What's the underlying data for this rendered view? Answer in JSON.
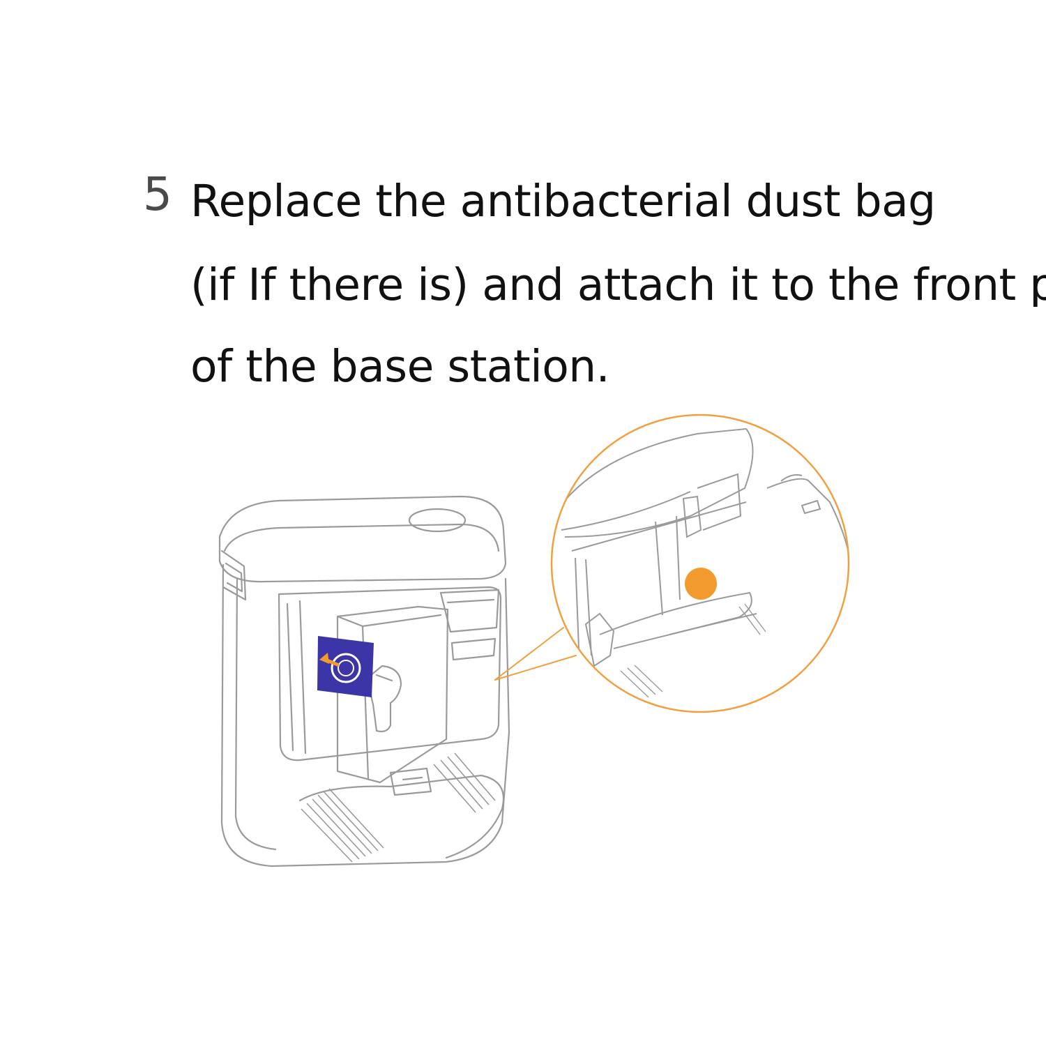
{
  "step": {
    "number": "5",
    "lines": [
      "Replace the antibacterial dust bag",
      "(if If there is) and attach it to the front part",
      "of the base station."
    ]
  },
  "colors": {
    "accent_orange": "#f0a040",
    "callout_dot": "#f39a2e",
    "bag_card": "#3b35a8",
    "line_art": "#9a9a9a"
  },
  "illustration": {
    "main": "base-station-line-drawing",
    "detail": "magnified-callout-circle"
  }
}
